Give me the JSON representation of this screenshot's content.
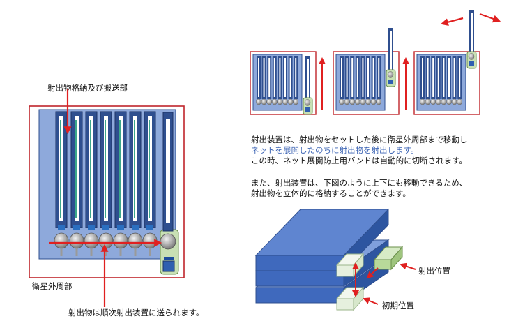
{
  "labels": {
    "storage_unit": "射出物格納及び搬送部",
    "satellite_body": "衛星外周部",
    "sequential_feed": "射出物は順次射出装置に送られます。",
    "launch_position": "射出位置",
    "initial_position": "初期位置"
  },
  "description": {
    "line1": "射出装置は、射出物をセットした後に衛星外周部まで移動し",
    "line2": "ネットを展開したのちに射出物を射出します。",
    "line3": "この時、ネット展開防止用バンドは自動的に切断されます。",
    "line4": "また、射出装置は、下図のように上下にも移動できるため、",
    "line5": "射出物を立体的に格納することができます。"
  },
  "colors": {
    "frame_red": "#c0252b",
    "panel_blue": "#8ea9db",
    "column_navy": "#2f4f8f",
    "arrow_red": "#e02020",
    "launcher_green": "#c8e0b4",
    "stack_blue": "#4a78c8"
  }
}
